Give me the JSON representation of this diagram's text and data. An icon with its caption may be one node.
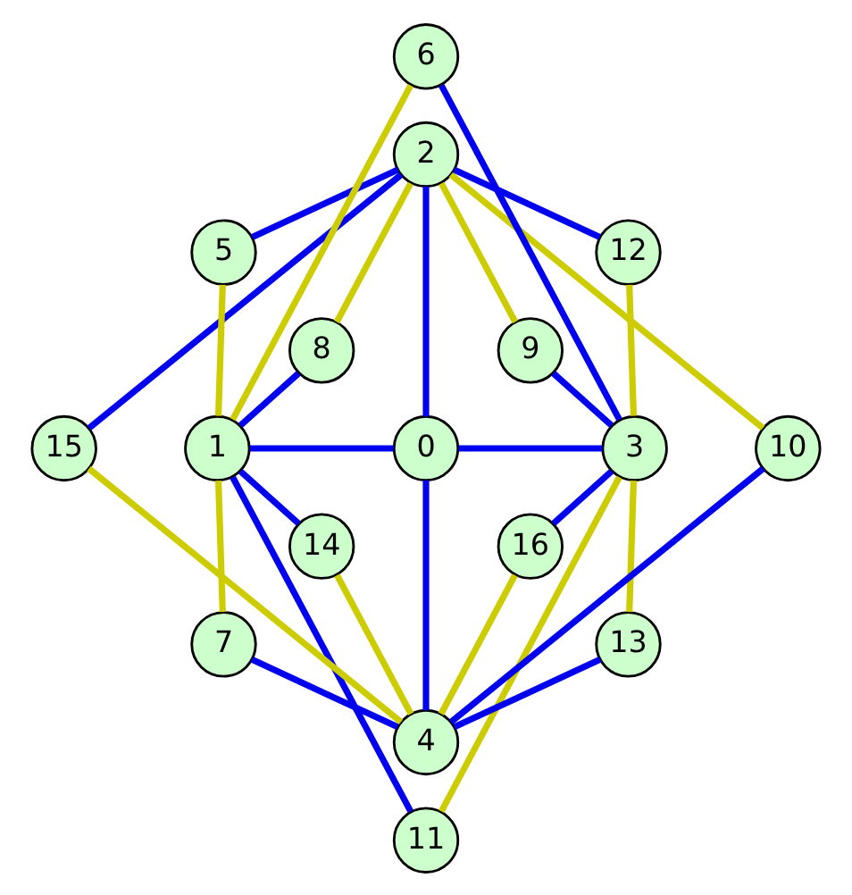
{
  "diagram": {
    "nodes": [
      {
        "text": [
          "0"
        ]
      },
      {
        "text": [
          "1"
        ]
      },
      {
        "text": [
          "2"
        ]
      },
      {
        "text": [
          "3"
        ]
      },
      {
        "text": [
          "4"
        ]
      },
      {
        "text": [
          "5"
        ]
      },
      {
        "text": [
          "6"
        ]
      },
      {
        "text": [
          "7"
        ]
      },
      {
        "text": [
          "8"
        ]
      },
      {
        "text": [
          "9"
        ]
      },
      {
        "text": [
          "10"
        ]
      },
      {
        "text": [
          "11"
        ]
      },
      {
        "text": [
          "12"
        ]
      },
      {
        "text": [
          "13"
        ]
      },
      {
        "text": [
          "14"
        ]
      },
      {
        "text": [
          "15"
        ]
      },
      {
        "text": [
          "16"
        ]
      }
    ],
    "edges": [
      {
        "from": 2,
        "to": 15,
        "arrow": "none"
      },
      {
        "from": 2,
        "to": 5,
        "arrow": "none"
      },
      {
        "from": 2,
        "to": 8,
        "arrow": "none",
        "color": "#cccc00"
      },
      {
        "from": 2,
        "to": 0,
        "arrow": "none"
      },
      {
        "from": 2,
        "to": 9,
        "arrow": "none",
        "color": "#cccc00"
      },
      {
        "from": 2,
        "to": 12,
        "arrow": "none"
      },
      {
        "from": 2,
        "to": 10,
        "arrow": "none",
        "color": "#cccc00"
      },
      {
        "from": 6,
        "to": 1,
        "arrow": "none",
        "color": "#cccc00"
      },
      {
        "from": 6,
        "to": 3,
        "arrow": "none"
      },
      {
        "from": 5,
        "to": 1,
        "arrow": "none",
        "color": "#cccc00"
      },
      {
        "from": 8,
        "to": 1,
        "arrow": "none"
      },
      {
        "from": 9,
        "to": 3,
        "arrow": "none"
      },
      {
        "from": 12,
        "to": 3,
        "arrow": "none",
        "color": "#cccc00"
      },
      {
        "from": 1,
        "to": 11,
        "arrow": "none"
      },
      {
        "from": 1,
        "to": 7,
        "arrow": "none",
        "color": "#cccc00"
      },
      {
        "from": 1,
        "to": 14,
        "arrow": "none"
      },
      {
        "from": 1,
        "to": 0,
        "arrow": "none"
      },
      {
        "from": 0,
        "to": 3,
        "arrow": "none"
      },
      {
        "from": 0,
        "to": 4,
        "arrow": "none"
      },
      {
        "from": 3,
        "to": 16,
        "arrow": "none"
      },
      {
        "from": 3,
        "to": 13,
        "arrow": "none",
        "color": "#cccc00"
      },
      {
        "from": 3,
        "to": 11,
        "arrow": "none",
        "color": "#cccc00"
      },
      {
        "from": 15,
        "to": 4,
        "arrow": "none",
        "color": "#cccc00"
      },
      {
        "from": 7,
        "to": 4,
        "arrow": "none"
      },
      {
        "from": 14,
        "to": 4,
        "arrow": "none",
        "color": "#cccc00"
      },
      {
        "from": 16,
        "to": 4,
        "arrow": "none",
        "color": "#cccc00"
      },
      {
        "from": 13,
        "to": 4,
        "arrow": "none"
      },
      {
        "from": 10,
        "to": 4,
        "arrow": "none"
      }
    ]
  }
}
